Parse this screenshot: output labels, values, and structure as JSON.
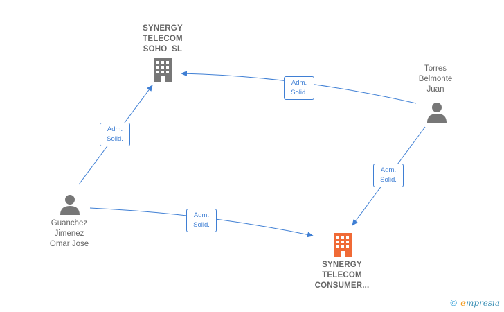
{
  "colors": {
    "edge": "#3f7fd4",
    "company_gray": "#777777",
    "company_orange": "#f06a36",
    "person": "#777777"
  },
  "nodes": {
    "synergy_soho": {
      "lines": [
        "SYNERGY",
        "TELECOM",
        "SOHO  SL"
      ],
      "icon": "building-icon"
    },
    "synergy_consumer": {
      "lines": [
        "SYNERGY",
        "TELECOM",
        "CONSUMER..."
      ],
      "icon": "building-icon"
    },
    "torres": {
      "lines": [
        "Torres",
        "Belmonte",
        "Juan"
      ],
      "icon": "person-icon"
    },
    "guanchez": {
      "lines": [
        "Guanchez",
        "Jimenez",
        "Omar Jose"
      ],
      "icon": "person-icon"
    }
  },
  "edges": [
    {
      "id": "torres-to-soho",
      "from": "Torres Belmonte Juan",
      "to": "SYNERGY TELECOM SOHO SL",
      "label_l1": "Adm.",
      "label_l2": "Solid."
    },
    {
      "id": "guanchez-to-soho",
      "from": "Guanchez Jimenez Omar Jose",
      "to": "SYNERGY TELECOM SOHO SL",
      "label_l1": "Adm.",
      "label_l2": "Solid."
    },
    {
      "id": "torres-to-consumer",
      "from": "Torres Belmonte Juan",
      "to": "SYNERGY TELECOM CONSUMER...",
      "label_l1": "Adm.",
      "label_l2": "Solid."
    },
    {
      "id": "guanchez-to-consumer",
      "from": "Guanchez Jimenez Omar Jose",
      "to": "SYNERGY TELECOM CONSUMER...",
      "label_l1": "Adm.",
      "label_l2": "Solid."
    }
  ],
  "footer": {
    "copyright": "©",
    "brand_initial": "e",
    "brand_rest": "mpresia"
  }
}
